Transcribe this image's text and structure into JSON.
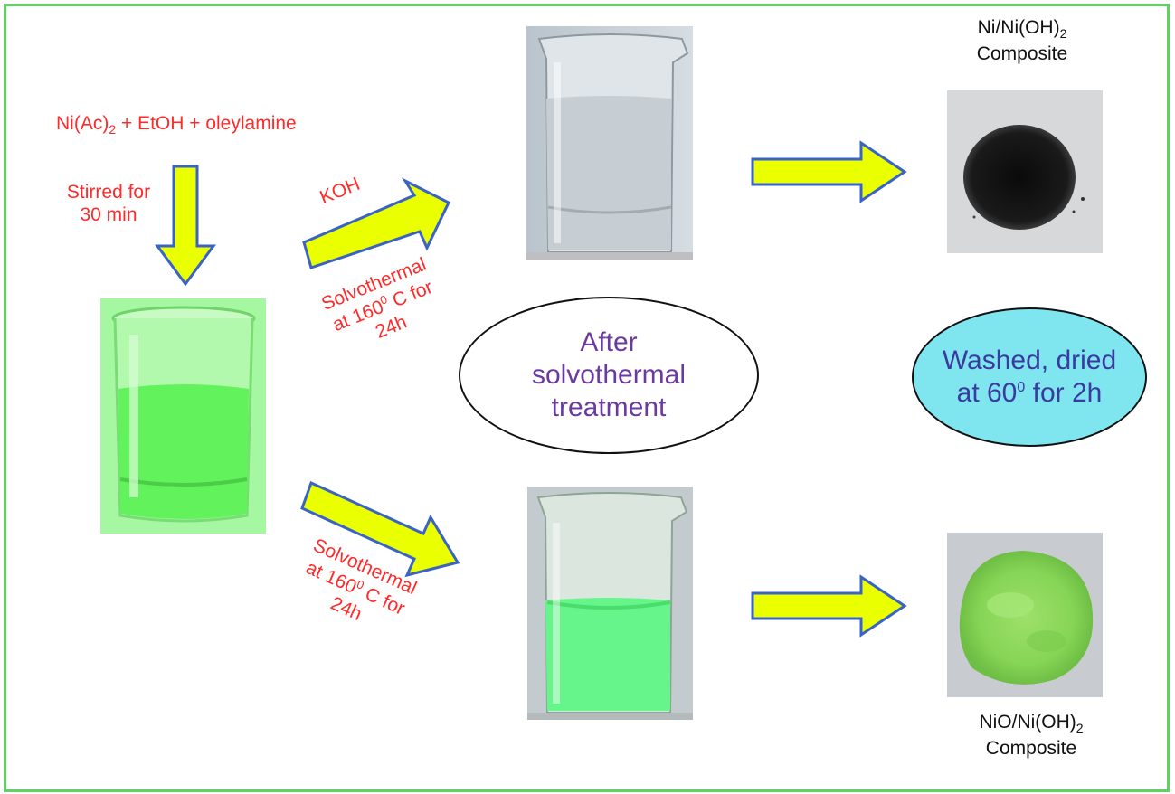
{
  "reagents": {
    "text_a": "Ni(Ac)",
    "sub": "2",
    "text_b": " + EtOH + oleylamine"
  },
  "stirred": {
    "line1": "Stirred for",
    "line2": "30 min"
  },
  "koh": {
    "label": "KOH"
  },
  "solvothermal_top": {
    "line1": "Solvothermal",
    "line2a": "at 160",
    "sup": "0",
    "line2b": " C for",
    "line3": "24h"
  },
  "solvothermal_bottom": {
    "line1": "Solvothermal",
    "line2a": "at 160",
    "sup": "0",
    "line2b": " C for",
    "line3": "24h"
  },
  "after_oval": {
    "line1": "After",
    "line2": "solvothermal",
    "line3": "treatment"
  },
  "washed_oval": {
    "line1": "Washed, dried",
    "line2a": "at 60",
    "sup": "0",
    "line2b": " for 2h"
  },
  "product_top": {
    "line1a": "Ni/Ni(OH)",
    "sub": "2",
    "line2": "Composite"
  },
  "product_bottom": {
    "line1a": "NiO/Ni(OH)",
    "sub": "2",
    "line2": "Composite"
  },
  "colors": {
    "arrow_fill": "#eaff00",
    "arrow_stroke": "#3a63c6",
    "text_red": "#ff2a2a",
    "oval_text": "#6a3aa0",
    "washed_fill": "#7fe6f0",
    "washed_text": "#3a3aa0",
    "frame": "#5fd35f"
  }
}
